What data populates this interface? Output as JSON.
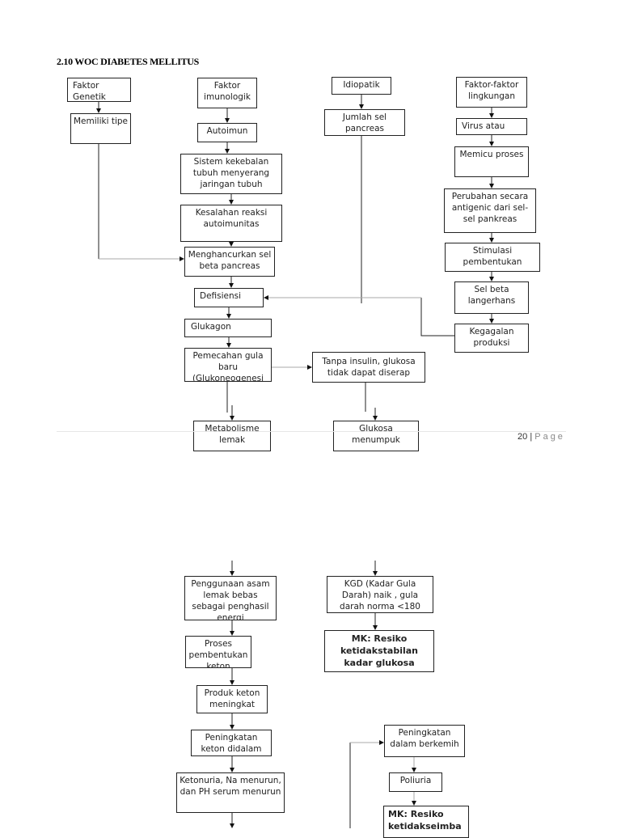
{
  "title": "2.10 WOC DIABETES MELLITUS",
  "footer": {
    "page_number": "20",
    "separator": "|",
    "page_label": "Page"
  },
  "boxes": {
    "faktor_genetik": "Faktor Genetik",
    "memiliki_tipe": "Memiliki tipe",
    "faktor_imunologik": "Faktor imunologik",
    "autoimun": "Autoimun",
    "sistem_kekebalan": "Sistem kekebalan tubuh menyerang jaringan tubuh",
    "kesalahan_reaksi": "Kesalahan reaksi autoimunitas",
    "menghancurkan": "Menghancurkan sel beta pancreas",
    "defisiensi": "Defisiensi",
    "glukagon": "Glukagon",
    "pemecahan_gula": "Pemecahan gula baru (Glukoneogenesi",
    "tanpa_insulin": "Tanpa insulin, glukosa tidak dapat diserap",
    "metabolisme_lemak": "Metabolisme lemak",
    "glukosa_menumpuk": "Glukosa menumpuk",
    "idiopatik": "Idiopatik",
    "jumlah_sel": "Jumlah sel pancreas",
    "faktor_lingkungan": "Faktor-faktor lingkungan",
    "virus_atau": "Virus atau",
    "memicu_proses": "Memicu proses",
    "perubahan_antigenic": "Perubahan secara antigenic dari sel-sel pankreas",
    "stimulasi": "Stimulasi pembentukan",
    "sel_beta": "Sel beta langerhans",
    "kegagalan_produksi": "Kegagalan produksi",
    "penggunaan_asam": "Penggunaan asam lemak bebas sebagai penghasil energi",
    "kgd": "KGD (Kadar Gula Darah) naik , gula darah norma <180",
    "mk_ketidakstabilan": "MK: Resiko ketidakstabilan kadar glukosa darah:",
    "proses_keton": "Proses pembentukan keton",
    "produk_keton": "Produk keton meningkat",
    "peningkatan_keton": "Peningkatan keton didalam",
    "ketonuria": "Ketonuria, Na menurun, dan PH serum menurun",
    "peningkatan_berkemih": "Peningkatan dalam berkemih",
    "poliuria": "Poliuria",
    "mk_ketidakseimbangan": "MK: Resiko ketidakseimba"
  }
}
